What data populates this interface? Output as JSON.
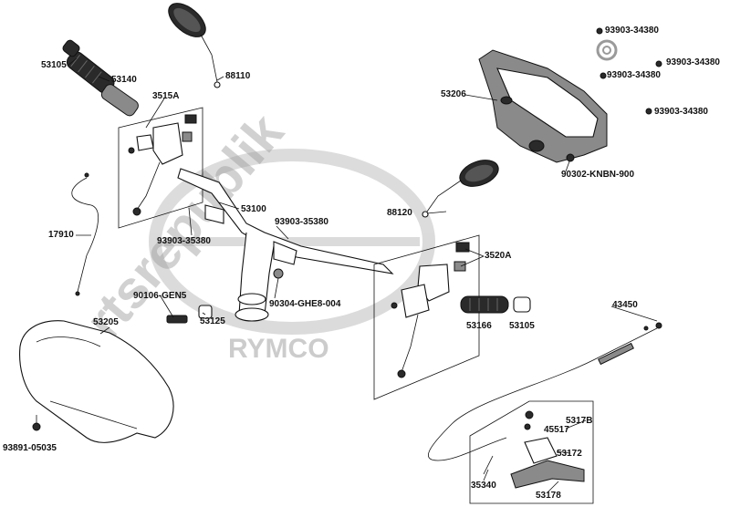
{
  "watermark": {
    "text": "Partsrepublik",
    "brand": "RYMCO",
    "color": "#9a9a9a"
  },
  "labels": {
    "p53105_left": "53105",
    "p53140": "53140",
    "p88110": "88110",
    "p3515A": "3515A",
    "p17910": "17910",
    "p53100": "53100",
    "p93903_35380_left": "93903-35380",
    "p93903_35380_mid": "93903-35380",
    "p90106": "90106-GEN5",
    "p53125": "53125",
    "p90304": "90304-GHE8-004",
    "p53205": "53205",
    "p93891": "93891-05035",
    "p53206": "53206",
    "p93903_34380_a": "93903-34380",
    "p93903_34380_b": "93903-34380",
    "p93903_34380_c": "93903-34380",
    "p93903_34380_d": "93903-34380",
    "p90302": "90302-KNBN-900",
    "p88120": "88120",
    "p3520A": "3520A",
    "p53166": "53166",
    "p53105_right": "53105",
    "p43450": "43450",
    "p5317B": "5317B",
    "p45517": "45517",
    "p53172": "53172",
    "p35340": "35340",
    "p53178": "53178"
  }
}
